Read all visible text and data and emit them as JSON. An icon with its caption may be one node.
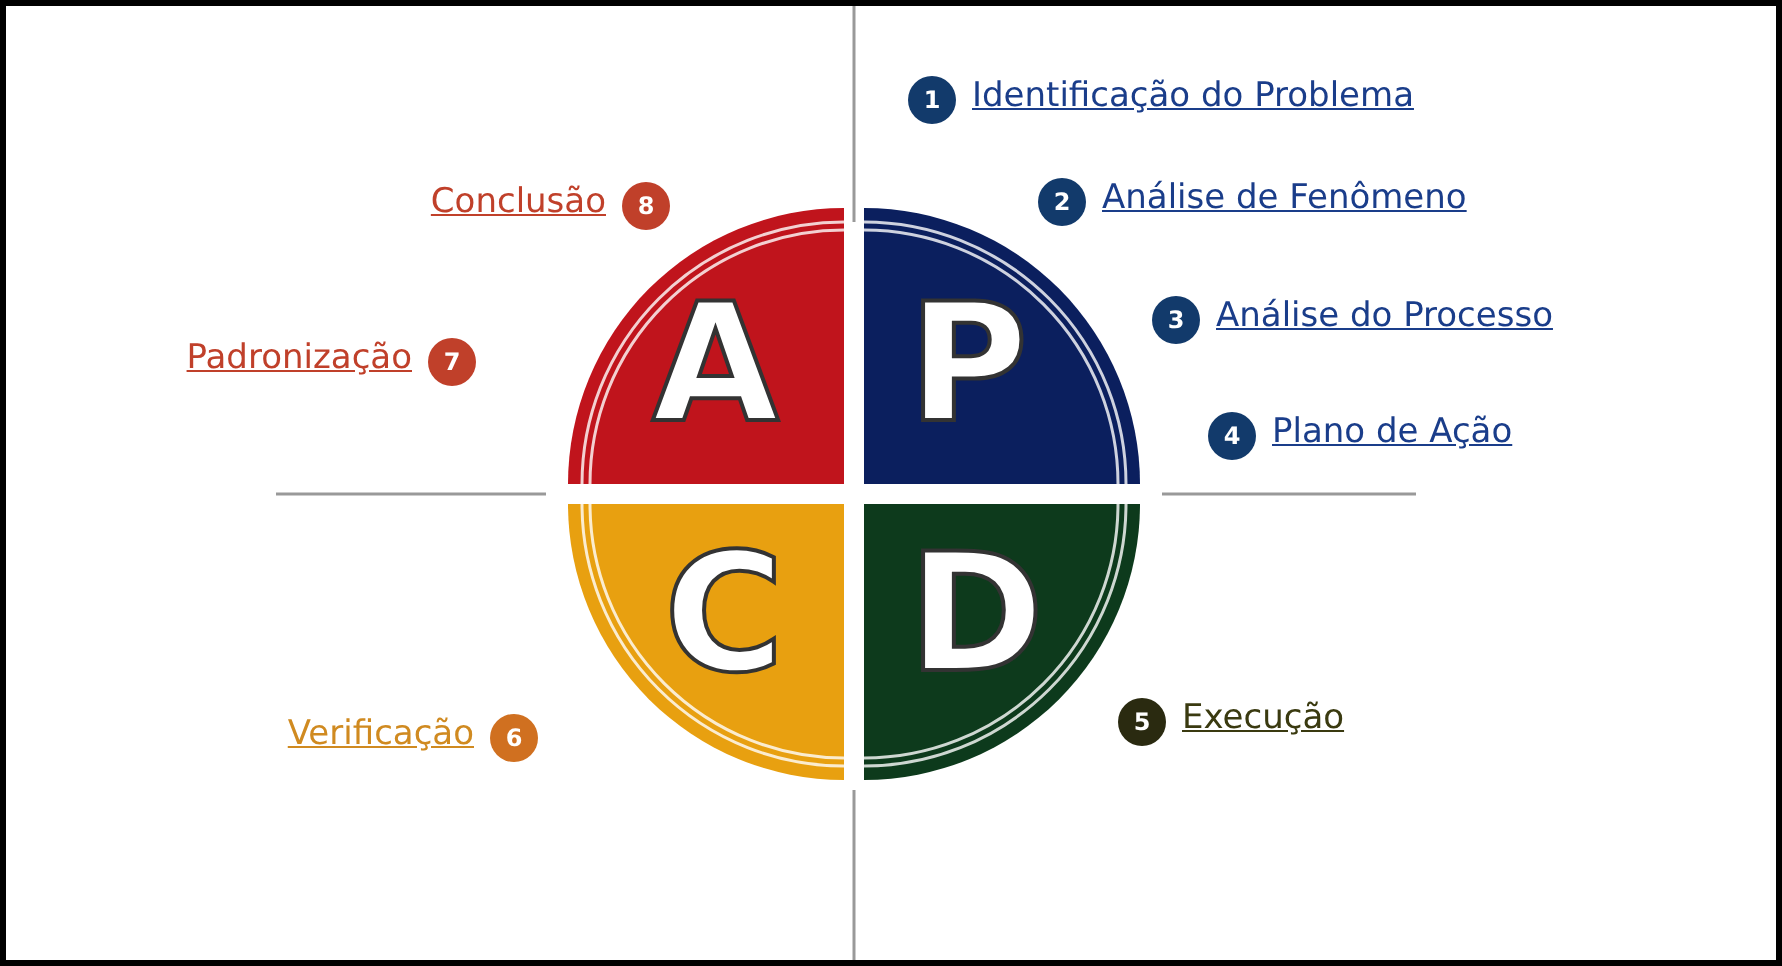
{
  "diagram": {
    "nodes": [
      {
        "text": [
          "A"
        ]
      },
      {
        "text": [
          "P"
        ]
      },
      {
        "text": [
          "C"
        ]
      },
      {
        "text": [
          "D"
        ]
      },
      {
        "text": [
          "1"
        ],
        "beside": [
          "Identificação do Problema"
        ]
      },
      {
        "text": [
          "2"
        ],
        "beside": [
          "Análise de Fenômeno"
        ]
      },
      {
        "text": [
          "3"
        ],
        "beside": [
          "Análise do Processo"
        ]
      },
      {
        "text": [
          "4"
        ],
        "beside": [
          "Plano de Ação"
        ]
      },
      {
        "text": [
          "5"
        ],
        "beside": [
          "Execução"
        ]
      },
      {
        "text": [
          "6"
        ],
        "beside": [
          "Verificação"
        ]
      },
      {
        "text": [
          "7"
        ],
        "beside": [
          "Padronização"
        ]
      },
      {
        "text": [
          "8"
        ],
        "beside": [
          "Conclusão"
        ]
      }
    ],
    "edges": []
  }
}
